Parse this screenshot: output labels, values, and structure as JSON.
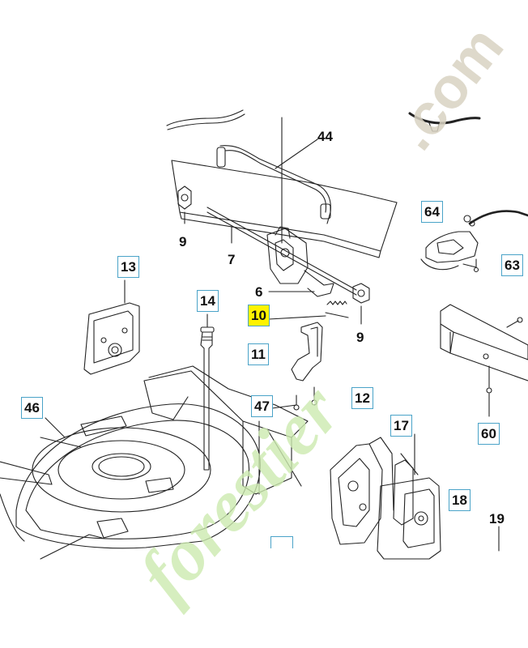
{
  "diagram": {
    "colors": {
      "line": "#222222",
      "box_border": "#4aa3c8",
      "highlight": "#fff200",
      "watermark_green": "#cdebb0",
      "watermark_orange": "#f6c98a",
      "watermark_gray": "#d9d3c2"
    },
    "labels": {
      "p44": "44",
      "p9a": "9",
      "p7": "7",
      "p6": "6",
      "p10": "10",
      "p9b": "9",
      "p13": "13",
      "p14": "14",
      "p11": "11",
      "p47": "47",
      "p46": "46",
      "p12": "12",
      "p17": "17",
      "p18": "18",
      "p19": "19",
      "p64": "64",
      "p63": "63",
      "p60": "60"
    },
    "watermark": {
      "site": ".com",
      "brand": "forestier"
    }
  }
}
